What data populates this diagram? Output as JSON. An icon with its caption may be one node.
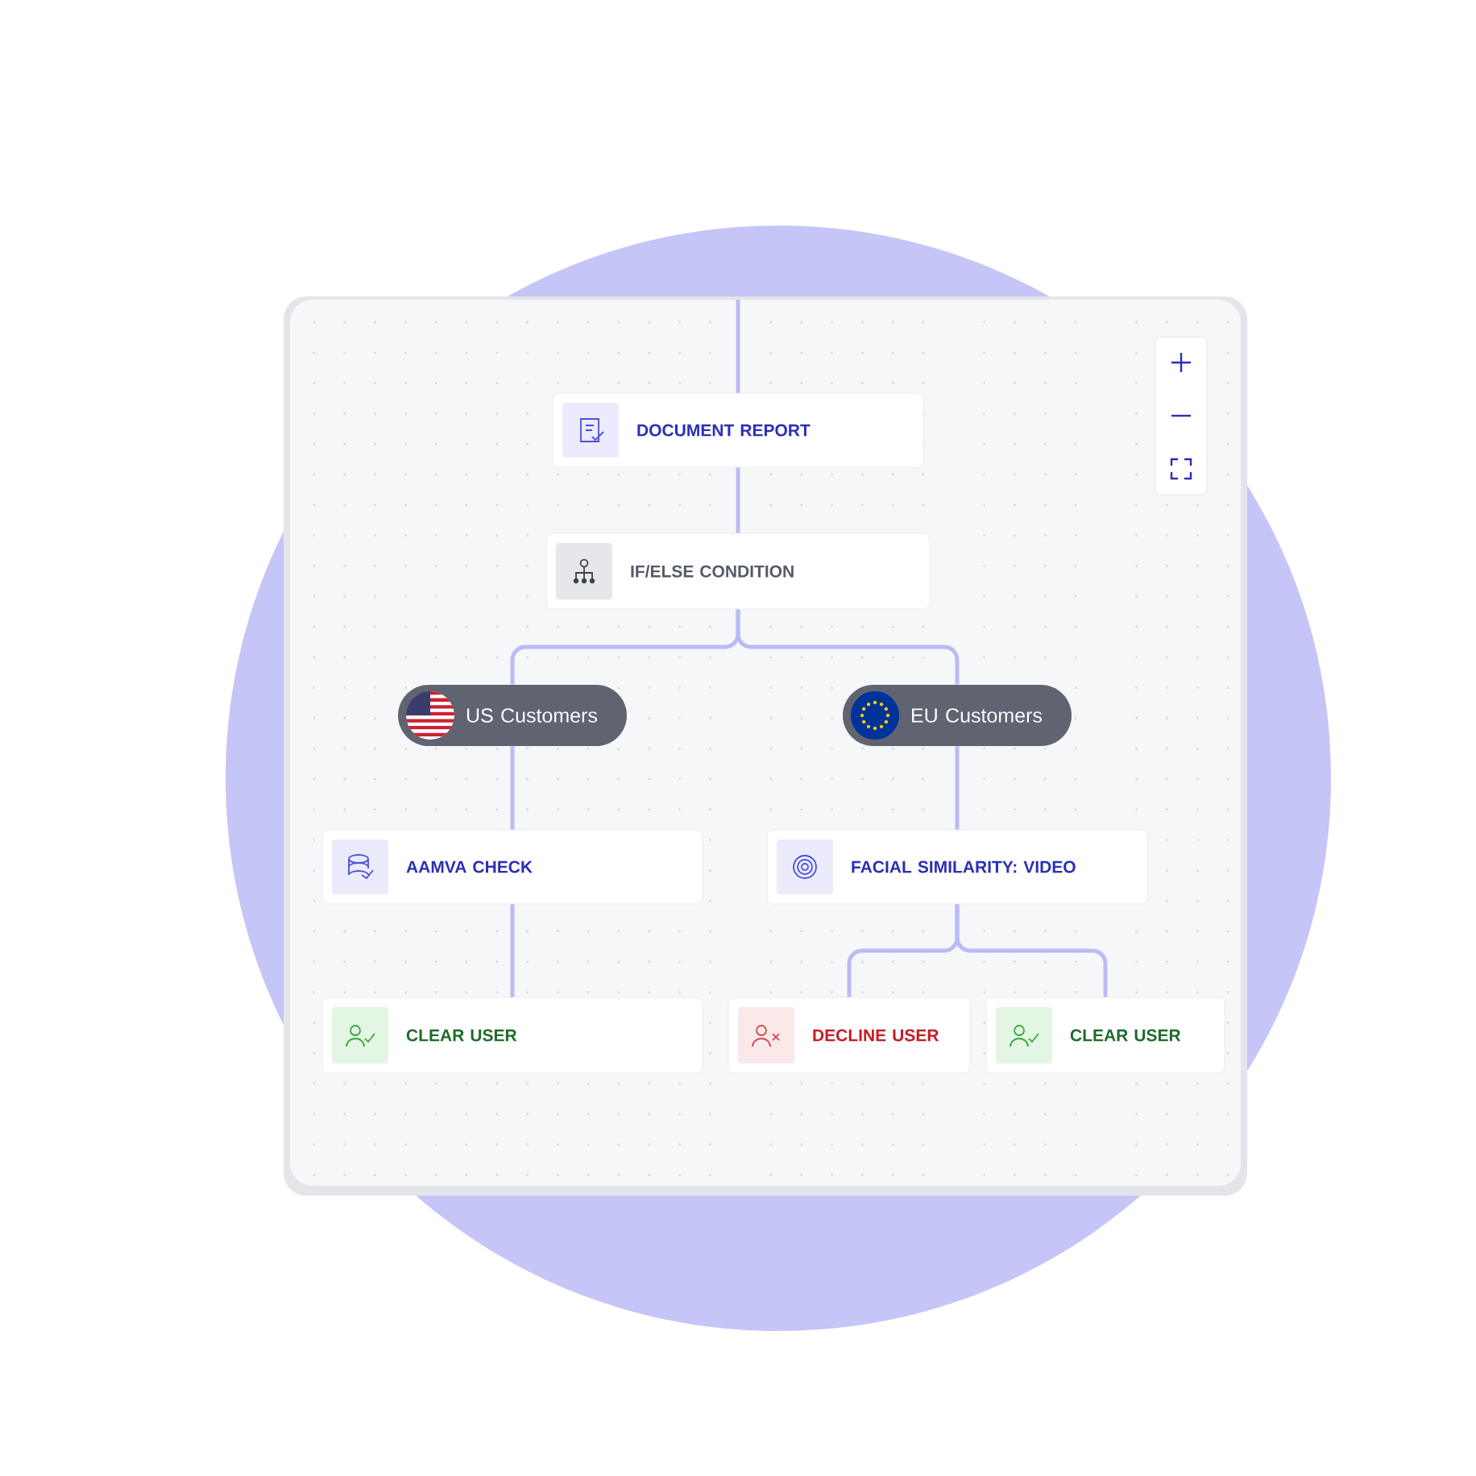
{
  "diagram": {
    "nodes": [
      {
        "text": [
          "DOCUMENT REPORT"
        ]
      },
      {
        "text": [
          "IF/ELSE CONDITION"
        ]
      },
      {
        "text": [
          "US Customers"
        ]
      },
      {
        "text": [
          "EU Customers"
        ]
      },
      {
        "text": [
          "AAMVA CHECK"
        ]
      },
      {
        "text": [
          "FACIAL SIMILARITY: VIDEO"
        ]
      },
      {
        "text": [
          "CLEAR USER"
        ]
      },
      {
        "text": [
          "DECLINE USER"
        ]
      },
      {
        "text": [
          "CLEAR USER"
        ]
      }
    ],
    "edges": [
      {
        "from": null,
        "to": 0,
        "arrow": "none"
      },
      {
        "from": 0,
        "to": 1,
        "arrow": "none"
      },
      {
        "from": 1,
        "to": 2,
        "arrow": "none"
      },
      {
        "from": 1,
        "to": 3,
        "arrow": "none"
      },
      {
        "from": 2,
        "to": 4,
        "arrow": "none"
      },
      {
        "from": 3,
        "to": 5,
        "arrow": "none"
      },
      {
        "from": 4,
        "to": 6,
        "arrow": "none"
      },
      {
        "from": 5,
        "to": 7,
        "arrow": "none"
      },
      {
        "from": 5,
        "to": 8,
        "arrow": "none"
      }
    ]
  }
}
